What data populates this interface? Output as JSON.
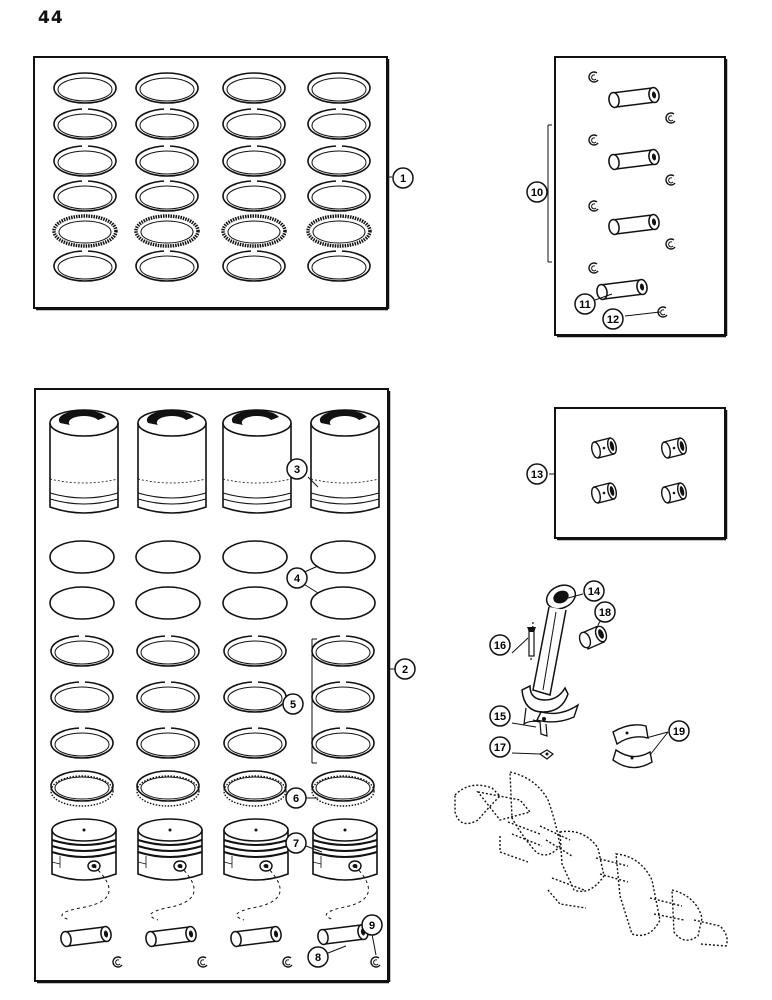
{
  "page_number": "44",
  "callouts": {
    "c1": "1",
    "c2": "2",
    "c3": "3",
    "c4": "4",
    "c5": "5",
    "c6": "6",
    "c7": "7",
    "c8": "8",
    "c9": "9",
    "c10": "10",
    "c11": "11",
    "c12": "12",
    "c13": "13",
    "c14": "14",
    "c15": "15",
    "c16": "16",
    "c17": "17",
    "c18": "18",
    "c19": "19"
  }
}
